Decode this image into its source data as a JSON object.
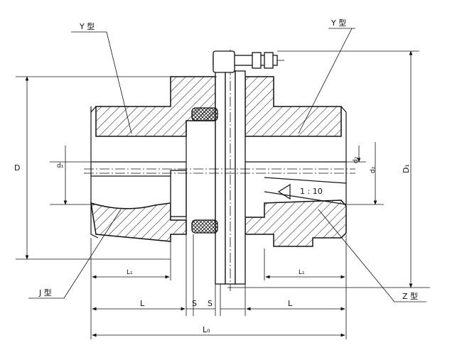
{
  "labels": {
    "y_type_left": "Y 型",
    "y_type_right": "Y 型",
    "j_type": "J 型",
    "z_type": "Z 型",
    "taper": "1 : 10",
    "D": "D",
    "D1": "D₁",
    "d1": "d₁",
    "d2": "d₂",
    "dz": "d₂",
    "L1_left": "L₁",
    "L1_right": "L₁",
    "L_left": "L",
    "L_right": "L",
    "S_left": "S",
    "S_right": "S",
    "L0": "L₀"
  }
}
